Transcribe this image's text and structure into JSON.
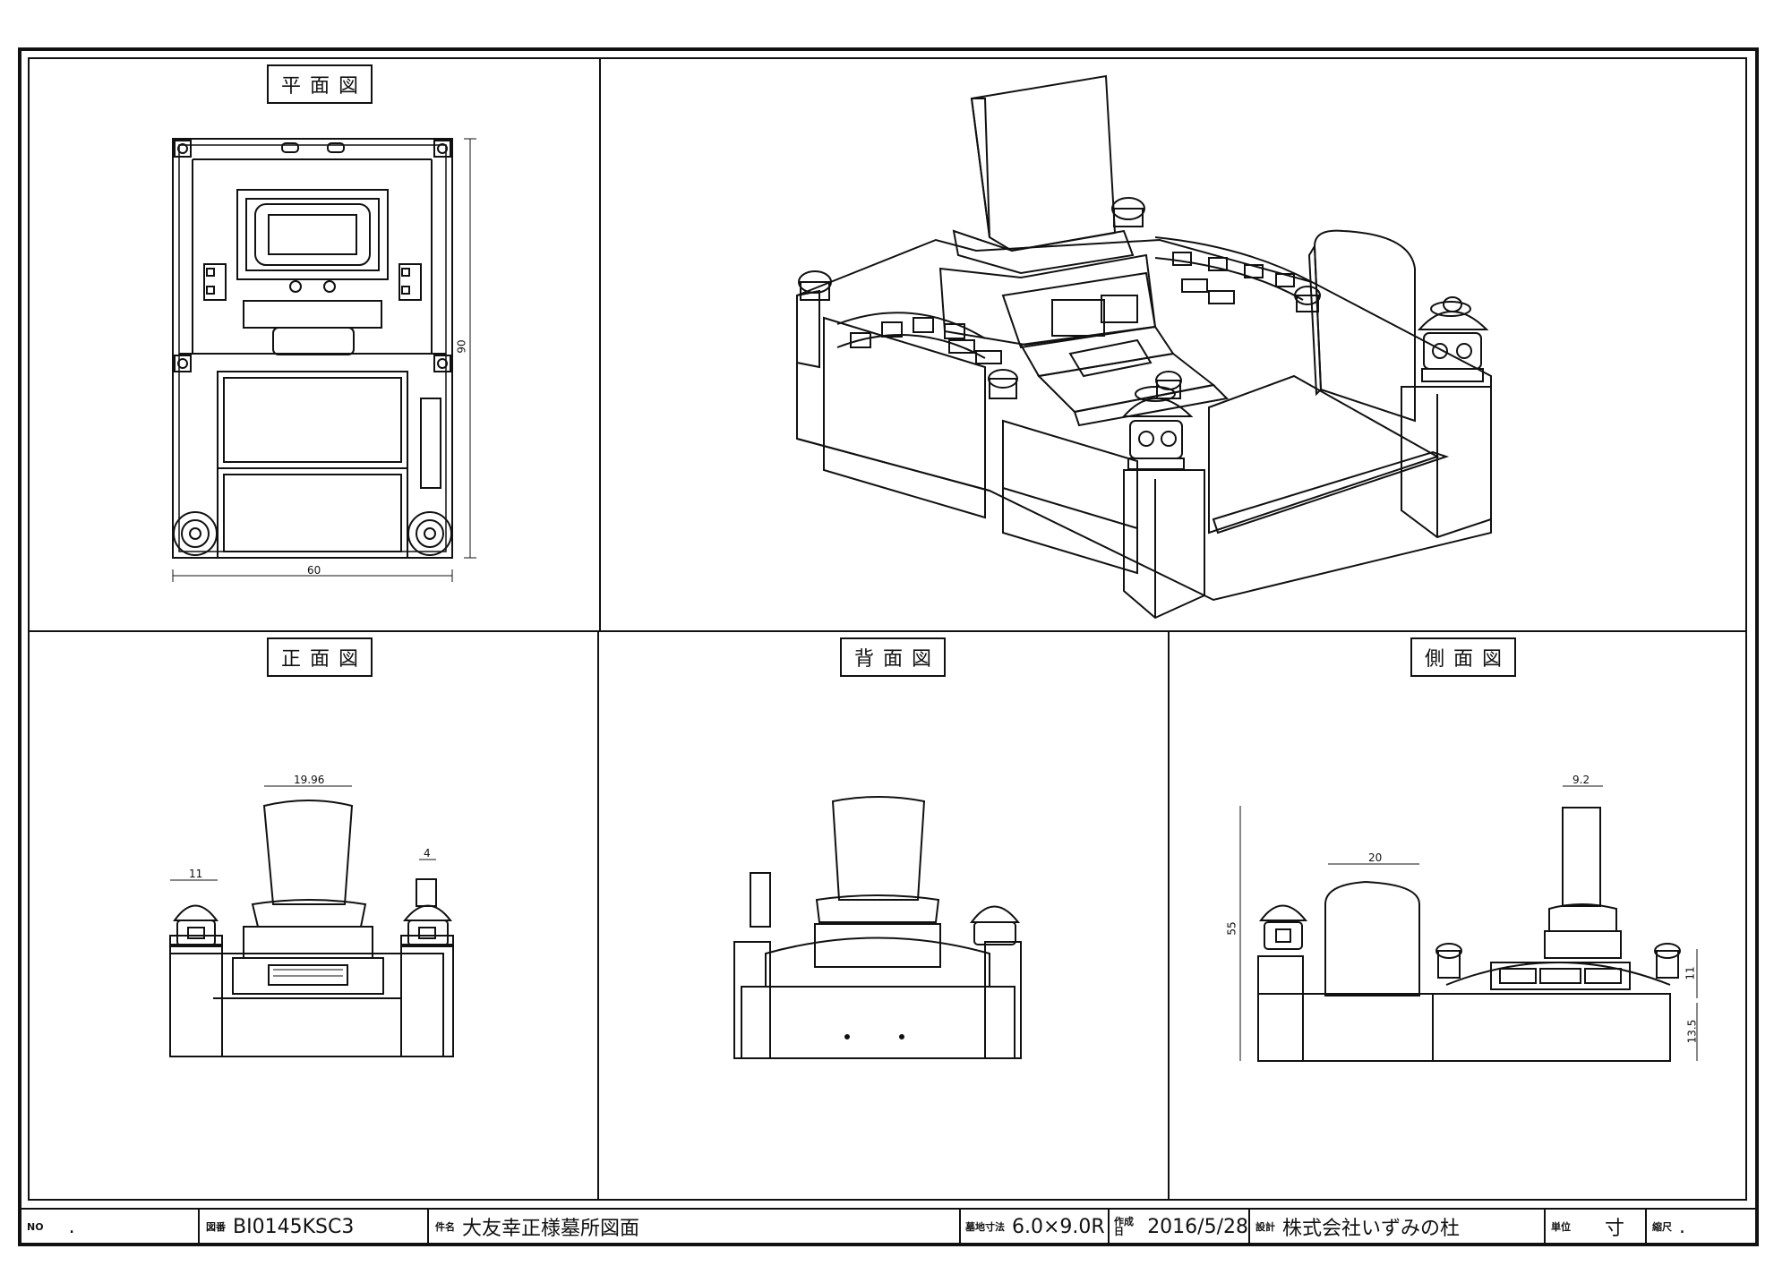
{
  "views": {
    "plan": "平面図",
    "front": "正面図",
    "back": "背面図",
    "side": "側面図"
  },
  "dims": {
    "plan_width": "60",
    "plan_height": "90",
    "front_top": "19.96",
    "front_left": "11",
    "front_right": "4",
    "side_monument": "9.2",
    "side_tablet": "20",
    "side_height": "55",
    "side_upper": "11",
    "side_lower": "13.5"
  },
  "title_block": {
    "no_label": "NO",
    "no_value": ".",
    "drawing_no_label": "図番",
    "drawing_no": "BI0145KSC3",
    "name_label": "件名",
    "name": "大友幸正様墓所図面",
    "size_label": "墓地寸法",
    "size": "6.0×9.0R",
    "date_label": "作成日",
    "date": "2016/5/28",
    "designer_label": "設計",
    "designer": "株式会社いずみの杜",
    "unit_label": "単位",
    "unit": "寸",
    "scale_label": "縮尺",
    "scale": "."
  }
}
